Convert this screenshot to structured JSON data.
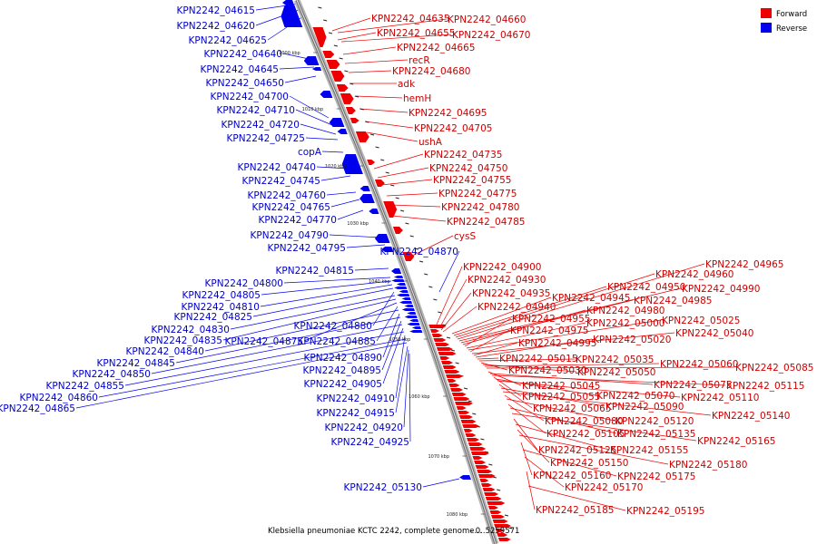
{
  "colors": {
    "forward": "#ee0000",
    "reverse": "#0000ee",
    "backbone": "#8a8a8a"
  },
  "legend": [
    {
      "label": "Forward",
      "color": "#ee0000"
    },
    {
      "label": "Reverse",
      "color": "#0000ee"
    }
  ],
  "footer": {
    "text": "Klebsiella pneumoniae KCTC 2242, complete genome..."
  },
  "footer_range": {
    "text": "- 0..5259571"
  },
  "scale_ticks": [
    "1000 kbp",
    "1010 kbp",
    "1020 kbp",
    "1030 kbp",
    "1040 kbp",
    "1050 kbp",
    "1060 kbp",
    "1070 kbp",
    "1080 kbp"
  ],
  "forward_genes": [
    "KPN2242_04635",
    "KPN2242_04660",
    "KPN2242_04655",
    "KPN2242_04670",
    "KPN2242_04665",
    "recR",
    "KPN2242_04680",
    "adk",
    "hemH",
    "KPN2242_04695",
    "KPN2242_04705",
    "ushA",
    "KPN2242_04735",
    "KPN2242_04750",
    "KPN2242_04755",
    "KPN2242_04775",
    "KPN2242_04780",
    "KPN2242_04785",
    "cysS",
    "KPN2242_04900",
    "KPN2242_04930",
    "KPN2242_04935",
    "KPN2242_04940",
    "KPN2242_04945",
    "KPN2242_04950",
    "KPN2242_04960",
    "KPN2242_04965",
    "KPN2242_04990",
    "KPN2242_04985",
    "KPN2242_04980",
    "KPN2242_04955",
    "KPN2242_05000",
    "KPN2242_05025",
    "KPN2242_04975",
    "KPN2242_05040",
    "KPN2242_04995",
    "KPN2242_05020",
    "KPN2242_05015",
    "KPN2242_05035",
    "KPN2242_05030",
    "KPN2242_05050",
    "KPN2242_05060",
    "KPN2242_05085",
    "KPN2242_05045",
    "KPN2242_05075",
    "KPN2242_05115",
    "KPN2242_05055",
    "KPN2242_05070",
    "KPN2242_05110",
    "KPN2242_05065",
    "KPN2242_05090",
    "KPN2242_05140",
    "KPN2242_05080",
    "KPN2242_05120",
    "KPN2242_05105",
    "KPN2242_05135",
    "KPN2242_05165",
    "KPN2242_05125",
    "KPN2242_05155",
    "KPN2242_05150",
    "KPN2242_05180",
    "KPN2242_05160",
    "KPN2242_05175",
    "KPN2242_05170",
    "KPN2242_05185",
    "KPN2242_05195"
  ],
  "reverse_genes": [
    "KPN2242_04615",
    "KPN2242_04620",
    "KPN2242_04625",
    "KPN2242_04640",
    "KPN2242_04645",
    "KPN2242_04650",
    "KPN2242_04700",
    "KPN2242_04710",
    "KPN2242_04720",
    "KPN2242_04725",
    "copA",
    "KPN2242_04740",
    "KPN2242_04745",
    "KPN2242_04760",
    "KPN2242_04765",
    "KPN2242_04770",
    "KPN2242_04790",
    "KPN2242_04795",
    "KPN2242_04870",
    "KPN2242_04815",
    "KPN2242_04800",
    "KPN2242_04805",
    "KPN2242_04810",
    "KPN2242_04825",
    "KPN2242_04880",
    "KPN2242_04830",
    "KPN2242_04835",
    "KPN2242_04875",
    "KPN2242_04885",
    "KPN2242_04840",
    "KPN2242_04890",
    "KPN2242_04845",
    "KPN2242_04895",
    "KPN2242_04850",
    "KPN2242_04905",
    "KPN2242_04855",
    "KPN2242_04910",
    "KPN2242_04860",
    "KPN2242_04865",
    "KPN2242_04915",
    "KPN2242_04920",
    "KPN2242_04925",
    "KPN2242_05130"
  ]
}
